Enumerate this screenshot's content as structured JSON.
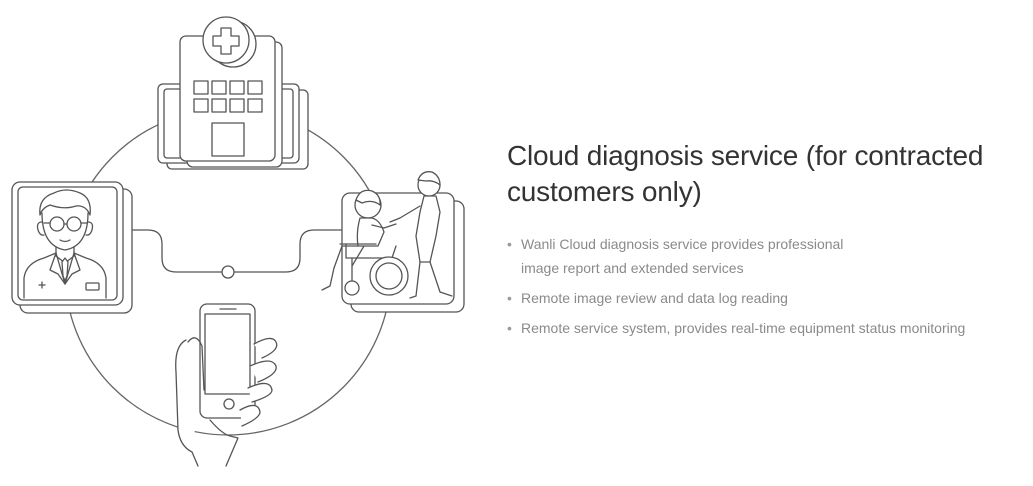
{
  "heading": {
    "title": "Cloud diagnosis service (for contracted customers only)"
  },
  "features": [
    {
      "line1": "Wanli Cloud diagnosis service provides professional",
      "line2": "image report and extended services"
    },
    {
      "line1": "Remote image review and data log reading"
    },
    {
      "line1": "Remote service system, provides real-time equipment status monitoring"
    }
  ],
  "bullet_glyph": "•",
  "colors": {
    "title": "#333333",
    "text": "#8a8a8a",
    "line_art": "#555555"
  },
  "illustration": {
    "icons": [
      "hospital-icon",
      "doctor-icon",
      "patient-wheelchair-icon",
      "smartphone-icon"
    ]
  }
}
